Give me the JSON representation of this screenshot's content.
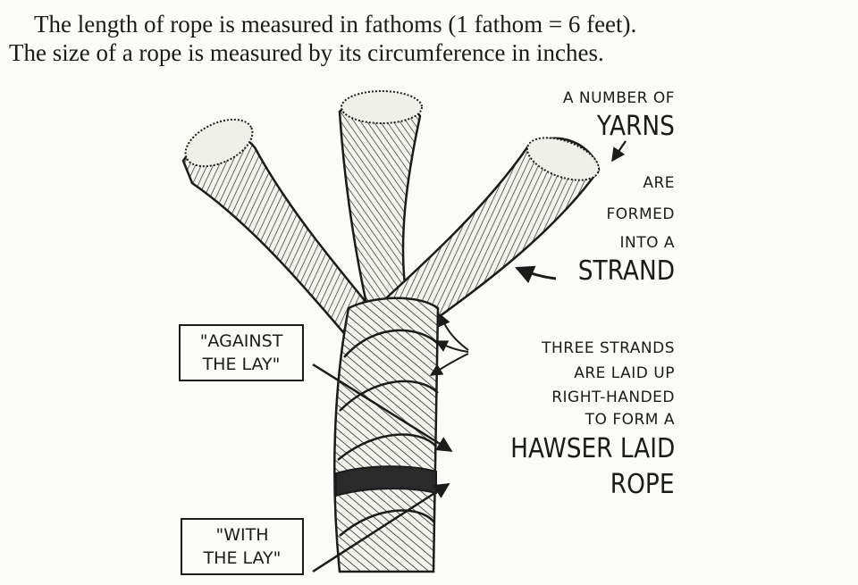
{
  "caption": {
    "line1": "The length of rope is measured in fathoms (1 fathom = 6 feet).",
    "line2": "The size of a rope is measured by its circumference in inches."
  },
  "labels": {
    "yarns_line1": "A NUMBER OF",
    "yarns_line2": "YARNS",
    "strand_line1": "ARE",
    "strand_line2": "FORMED",
    "strand_line3": "INTO A",
    "strand_line4": "STRAND",
    "laid_line1": "THREE STRANDS",
    "laid_line2": "ARE LAID UP",
    "laid_line3": "RIGHT-HANDED",
    "laid_line4": "TO FORM A",
    "laid_line5": "HAWSER LAID",
    "laid_line6": "ROPE",
    "against_line1": "\"AGAINST",
    "against_line2": "THE LAY\"",
    "with_line1": "\"WITH",
    "with_line2": "THE LAY\""
  }
}
